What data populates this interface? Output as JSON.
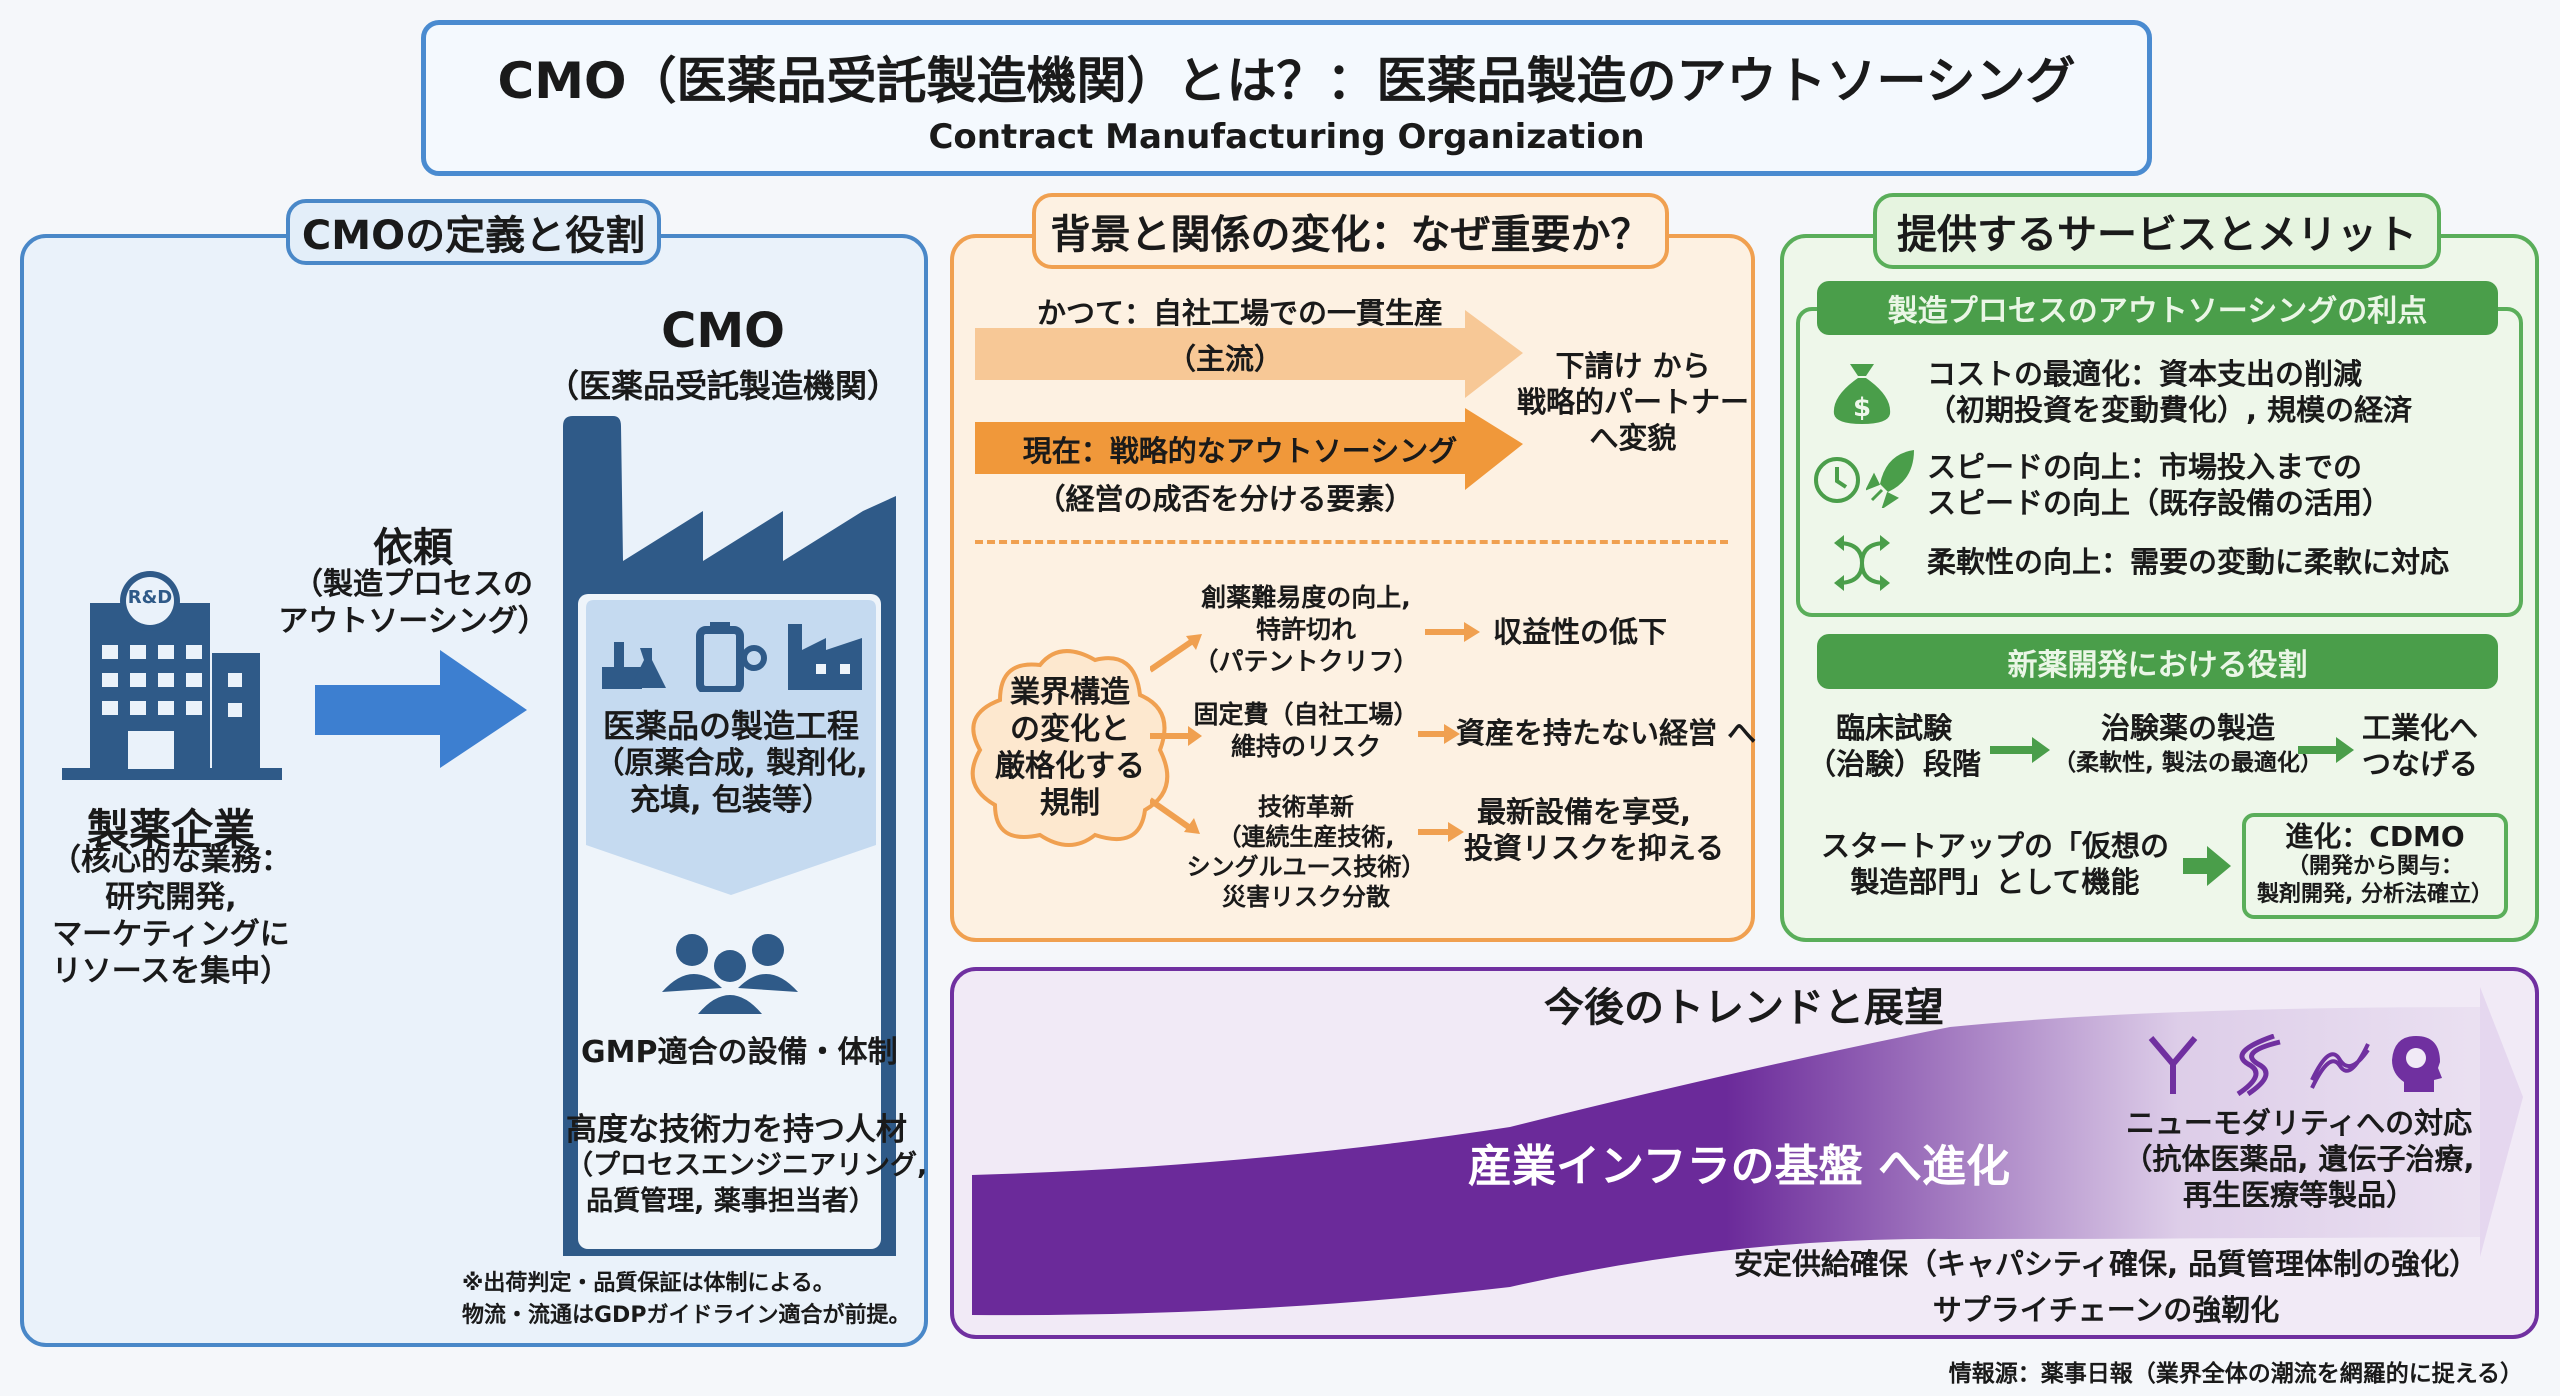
{
  "header": {
    "title": "CMO（医薬品受託製造機関）とは？：医薬品製造のアウトソーシング",
    "subtitle": "Contract Manufacturing Organization"
  },
  "definition": {
    "heading": "CMOの定義と役割",
    "pharma": {
      "badge": "R&D",
      "name": "製薬企業",
      "lines": [
        "（核心的な業務：",
        "研究開発,",
        "マーケティングに",
        "リソースを集中）"
      ]
    },
    "request": {
      "label": "依頼",
      "lines": [
        "（製造プロセスの",
        "アウトソーシング）"
      ]
    },
    "cmo": {
      "name": "CMO",
      "full": "（医薬品受託製造機関）",
      "process": [
        "医薬品の製造工程",
        "（原薬合成, 製剤化,",
        "充填, 包装等）"
      ],
      "gmp": "GMP適合の設備・体制",
      "talent": [
        "高度な技術力を持つ人材",
        "（プロセスエンジニアリング,",
        "品質管理, 薬事担当者）"
      ]
    },
    "note": [
      "※出荷判定・品質保証は体制による。",
      "物流・流通はGDPガイドライン適合が前提。"
    ]
  },
  "background": {
    "heading": "背景と関係の変化：なぜ重要か？",
    "past": {
      "label": "かつて：自社工場での一貫生産",
      "sub": "（主流）"
    },
    "now": {
      "label": "現在：戦略的なアウトソーシング",
      "sub": "（経営の成否を分ける要素）"
    },
    "shift": [
      "下請け から",
      "戦略的パートナー",
      "へ変貌"
    ],
    "cloud": [
      "業界構造",
      "の変化と",
      "厳格化する",
      "規制"
    ],
    "causes": [
      {
        "cause": [
          "創薬難易度の向上,",
          "特許切れ",
          "（パテントクリフ）"
        ],
        "effect": [
          "収益性の低下"
        ]
      },
      {
        "cause": [
          "固定費（自社工場）",
          "維持のリスク"
        ],
        "effect": [
          "資産を持たない経営 へ"
        ]
      },
      {
        "cause": [
          "技術革新",
          "（連続生産技術,",
          "シングルユース技術）",
          "災害リスク分散"
        ],
        "effect": [
          "最新設備を享受,",
          "投資リスクを抑える"
        ]
      }
    ]
  },
  "services": {
    "heading": "提供するサービスとメリット",
    "benefits_title": "製造プロセスのアウトソーシングの利点",
    "benefits": [
      {
        "icon": "money-bag-icon",
        "lines": [
          "コストの最適化：資本支出の削減",
          "（初期投資を変動費化）, 規模の経済"
        ]
      },
      {
        "icon": "clock-rocket-icon",
        "lines": [
          "スピードの向上：市場投入までの",
          "スピードの向上（既存設備の活用）"
        ]
      },
      {
        "icon": "flex-arrows-icon",
        "lines": [
          "柔軟性の向上：需要の変動に柔軟に対応"
        ]
      }
    ],
    "role_title": "新薬開発における役割",
    "flow": [
      {
        "lines": [
          "臨床試験",
          "（治験）段階"
        ]
      },
      {
        "lines": [
          "治験薬の製造"
        ],
        "sub": "（柔軟性, 製法の最適化）"
      },
      {
        "lines": [
          "工業化へ",
          "つなげる"
        ]
      }
    ],
    "startup": [
      "スタートアップの「仮想の",
      "製造部門」として機能"
    ],
    "cdmo": {
      "title": "進化：CDMO",
      "lines": [
        "（開発から関与：",
        "製剤開発, 分析法確立）"
      ]
    }
  },
  "trends": {
    "heading": "今後のトレンドと展望",
    "band": "産業インフラの基盤 へ進化",
    "modality": [
      "ニューモダリティへの対応",
      "（抗体医薬品, 遺伝子治療,",
      "再生医療等製品）"
    ],
    "supply": [
      "安定供給確保（キャパシティ確保, 品質管理体制の強化）",
      "サプライチェーンの強靭化"
    ]
  },
  "source": "情報源：薬事日報（業界全体の潮流を網羅的に捉える）",
  "colors": {
    "blue": "#4a88c8",
    "navy": "#2f5a88",
    "orange": "#f0a050",
    "green": "#4a9e4a",
    "purple": "#6b2a9a"
  }
}
